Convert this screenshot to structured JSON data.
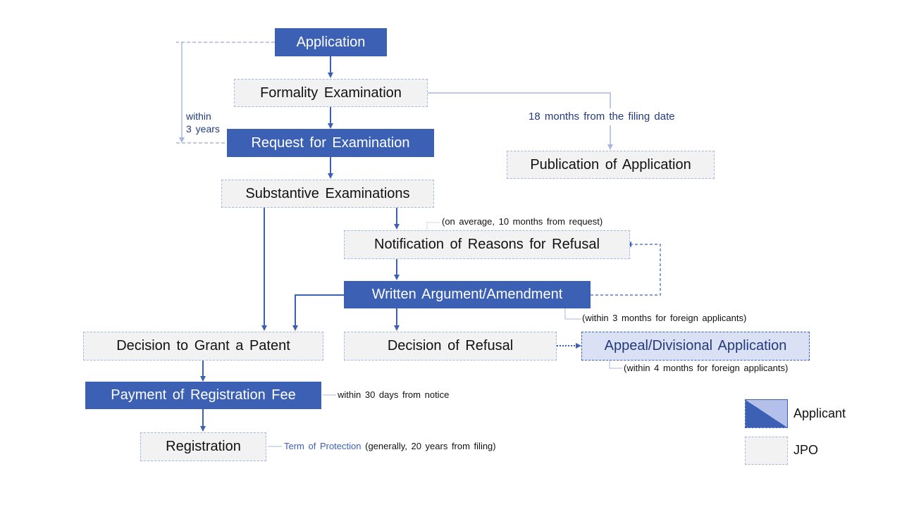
{
  "nodes": {
    "application": "Application",
    "formality_examination": "Formality Examination",
    "request_for_examination": "Request for Examination",
    "publication_of_application": "Publication of Application",
    "substantive_examinations": "Substantive Examinations",
    "notification_of_reasons": "Notification of Reasons for Refusal",
    "written_argument": "Written Argument/Amendment",
    "decision_to_grant": "Decision to Grant a Patent",
    "decision_of_refusal": "Decision of Refusal",
    "appeal_divisional": "Appeal/Divisional Application",
    "payment_of_fee": "Payment of Registration Fee",
    "registration": "Registration"
  },
  "notes": {
    "within_3_years_line1": "within",
    "within_3_years_line2": "3 years",
    "publication_timing": "18 months from the filing date",
    "notification_timing": "(on average, 10 months from request)",
    "written_argument_timing": "(within 3 months for foreign applicants)",
    "appeal_timing": "(within 4 months for foreign applicants)",
    "payment_timing": "within 30 days from notice",
    "term_label": "Term of Protection",
    "term_detail": "(generally, 20 years from filing)"
  },
  "legend": {
    "applicant": "Applicant",
    "jpo": "JPO"
  },
  "colors": {
    "applicant": "#3c60b4",
    "applicant_light": "#b4c0ea",
    "jpo": "#f2f2f2",
    "appeal": "#dbe1f5",
    "connector": "#3c60b4",
    "connector_light": "#a9b6e2"
  }
}
